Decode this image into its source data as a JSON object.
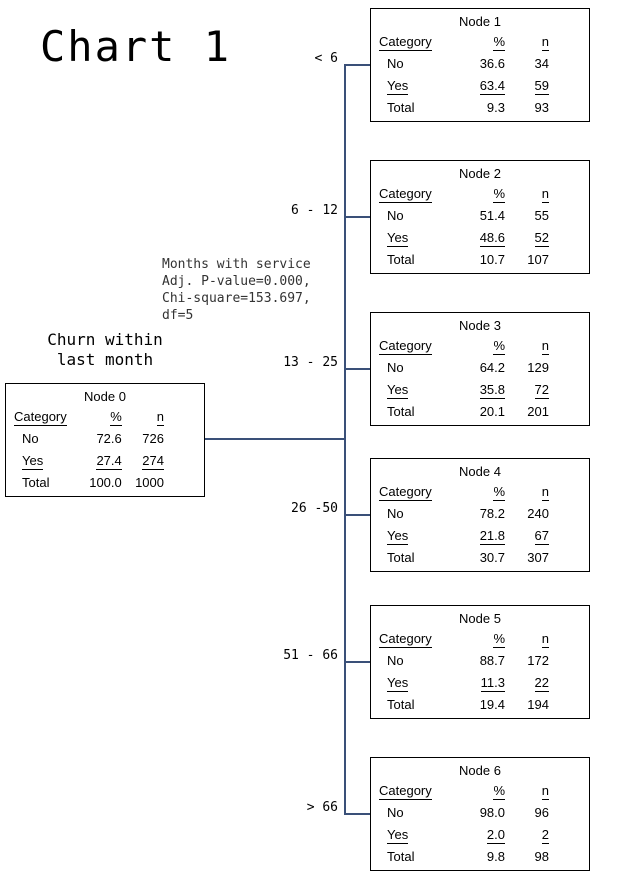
{
  "title": "Chart 1",
  "colors": {
    "connector": "#3a5078",
    "node_border": "#000000",
    "background": "#ffffff"
  },
  "root_label": {
    "line1": "Churn within",
    "line2": "last month"
  },
  "split_stats": {
    "line1": "Months with service",
    "line2": "Adj. P-value=0.000,",
    "line3": "Chi-square=153.697,",
    "line4": "df=5"
  },
  "table_headers": [
    "Category",
    "%",
    "n"
  ],
  "branch_labels": [
    "< 6",
    "6 - 12",
    "13 - 25",
    "26 -50",
    "51 - 66",
    "> 66"
  ],
  "nodes": [
    {
      "title": "Node 0",
      "rows": [
        {
          "category": "No",
          "pct": "72.6",
          "n": "726"
        },
        {
          "category": "Yes",
          "pct": "27.4",
          "n": "274"
        },
        {
          "category": "Total",
          "pct": "100.0",
          "n": "1000"
        }
      ]
    },
    {
      "title": "Node 1",
      "rows": [
        {
          "category": "No",
          "pct": "36.6",
          "n": "34"
        },
        {
          "category": "Yes",
          "pct": "63.4",
          "n": "59"
        },
        {
          "category": "Total",
          "pct": "9.3",
          "n": "93"
        }
      ]
    },
    {
      "title": "Node 2",
      "rows": [
        {
          "category": "No",
          "pct": "51.4",
          "n": "55"
        },
        {
          "category": "Yes",
          "pct": "48.6",
          "n": "52"
        },
        {
          "category": "Total",
          "pct": "10.7",
          "n": "107"
        }
      ]
    },
    {
      "title": "Node 3",
      "rows": [
        {
          "category": "No",
          "pct": "64.2",
          "n": "129"
        },
        {
          "category": "Yes",
          "pct": "35.8",
          "n": "72"
        },
        {
          "category": "Total",
          "pct": "20.1",
          "n": "201"
        }
      ]
    },
    {
      "title": "Node 4",
      "rows": [
        {
          "category": "No",
          "pct": "78.2",
          "n": "240"
        },
        {
          "category": "Yes",
          "pct": "21.8",
          "n": "67"
        },
        {
          "category": "Total",
          "pct": "30.7",
          "n": "307"
        }
      ]
    },
    {
      "title": "Node 5",
      "rows": [
        {
          "category": "No",
          "pct": "88.7",
          "n": "172"
        },
        {
          "category": "Yes",
          "pct": "11.3",
          "n": "22"
        },
        {
          "category": "Total",
          "pct": "19.4",
          "n": "194"
        }
      ]
    },
    {
      "title": "Node 6",
      "rows": [
        {
          "category": "No",
          "pct": "98.0",
          "n": "96"
        },
        {
          "category": "Yes",
          "pct": "2.0",
          "n": "2"
        },
        {
          "category": "Total",
          "pct": "9.8",
          "n": "98"
        }
      ]
    }
  ]
}
